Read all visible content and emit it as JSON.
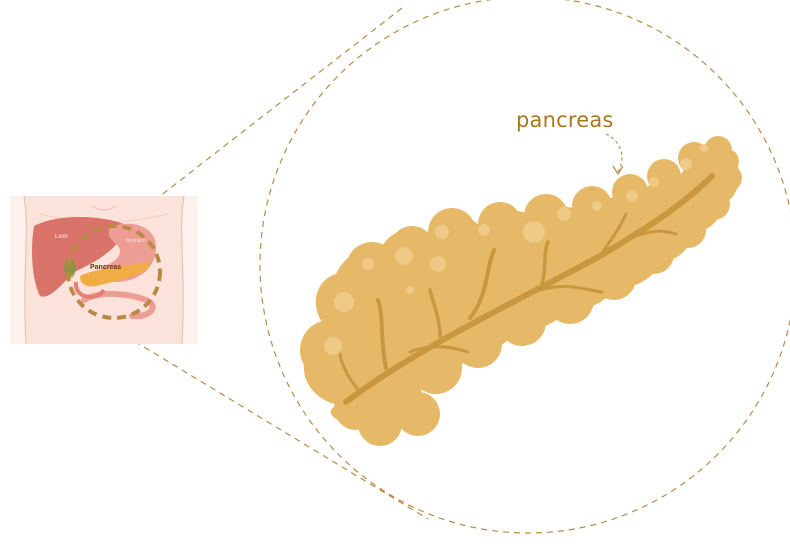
{
  "diagram": {
    "callout_label": "pancreas",
    "thumbnail": {
      "organ_labels": {
        "liver": "Liver",
        "pancreas": "Pancreas",
        "stomach": "Stomach"
      }
    },
    "colors": {
      "pancreas_fill": "#e6b968",
      "pancreas_light": "#efcc8a",
      "pancreas_vein": "#c9973f",
      "dashed_line": "#b98a45",
      "label": "#a9781c",
      "skin": "#fbe3dc",
      "liver": "#d9736a",
      "stomach": "#ee9d95"
    }
  }
}
